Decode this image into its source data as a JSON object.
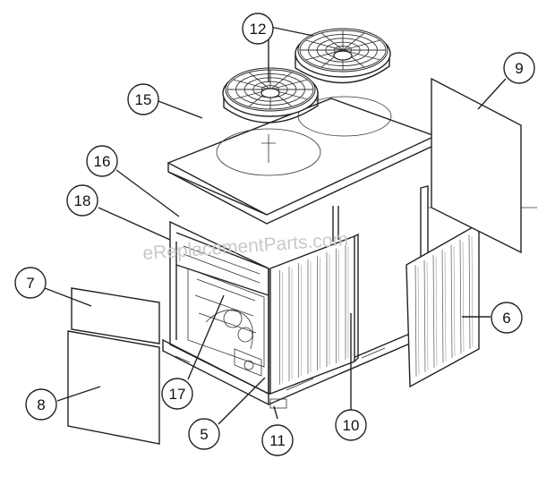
{
  "callouts": [
    {
      "id": "c12",
      "label": "12"
    },
    {
      "id": "c15",
      "label": "15"
    },
    {
      "id": "c16",
      "label": "16"
    },
    {
      "id": "c18",
      "label": "18"
    },
    {
      "id": "c9",
      "label": "9"
    },
    {
      "id": "c7",
      "label": "7"
    },
    {
      "id": "c8",
      "label": "8"
    },
    {
      "id": "c6",
      "label": "6"
    },
    {
      "id": "c17",
      "label": "17"
    },
    {
      "id": "c5",
      "label": "5"
    },
    {
      "id": "c11",
      "label": "11"
    },
    {
      "id": "c10",
      "label": "10"
    }
  ],
  "watermark": "eReplacementParts.com"
}
